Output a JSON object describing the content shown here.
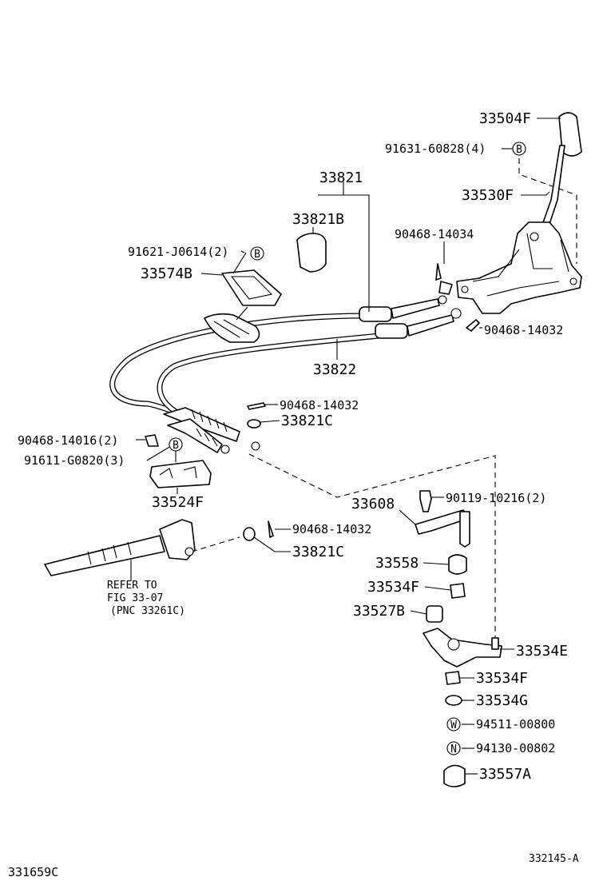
{
  "diagram": {
    "figure_id": "331659C",
    "figure_ref": "332145-A",
    "symbols": {
      "b": "B",
      "w": "W",
      "n": "N"
    },
    "parts": {
      "p33504F": "33504F",
      "p91631": "91631-60828(4)",
      "p33530F": "33530F",
      "p33821": "33821",
      "p33821B": "33821B",
      "p90468_14034": "90468-14034",
      "p91621": "91621-J0614(2)",
      "p33574B": "33574B",
      "p90468_14032a": "90468-14032",
      "p33822": "33822",
      "p90468_14032b": "90468-14032",
      "p33821C_a": "33821C",
      "p90468_14016": "90468-14016(2)",
      "p91611": "91611-G0820(3)",
      "p33524F": "33524F",
      "p33608": "33608",
      "p90119": "90119-10216(2)",
      "p90468_14032c": "90468-14032",
      "p33821C_b": "33821C",
      "p33558": "33558",
      "p33534F_a": "33534F",
      "p33527B": "33527B",
      "p33534E": "33534E",
      "p33534F_b": "33534F",
      "p33534G": "33534G",
      "p94511": "94511-00800",
      "p94130": "94130-00802",
      "p33557A": "33557A"
    },
    "refer": {
      "line1": "REFER TO",
      "line2": "FIG 33-07",
      "line3": "(PNC 33261C)"
    }
  }
}
